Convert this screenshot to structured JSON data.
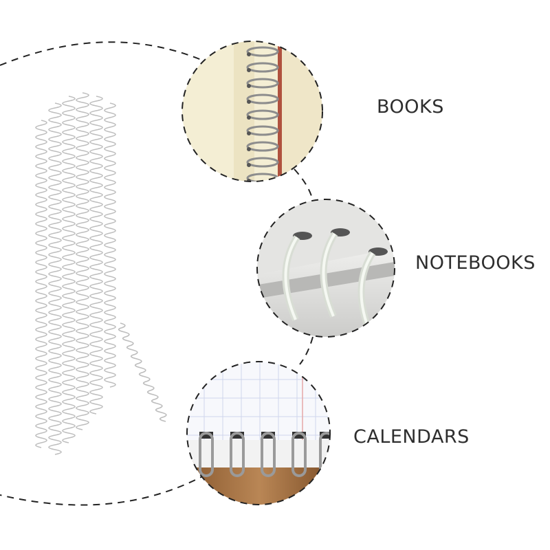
{
  "labels": {
    "books": "BOOKS",
    "notebooks": "NOTEBOOKS",
    "calendars": "CALENDARS"
  },
  "icons": {
    "product": "spiral-binding-coils",
    "books": "spiral-book-photo",
    "notebooks": "ring-notebook-photo",
    "calendars": "spiral-calendar-photo"
  },
  "colors": {
    "text": "#2e2e2e",
    "dash": "#222222",
    "coil": "#b8b8b8",
    "book_paper": "#f3ecd0",
    "notebook_bg": "#e6e6e4",
    "calendar_grid": "#d9dff0"
  }
}
